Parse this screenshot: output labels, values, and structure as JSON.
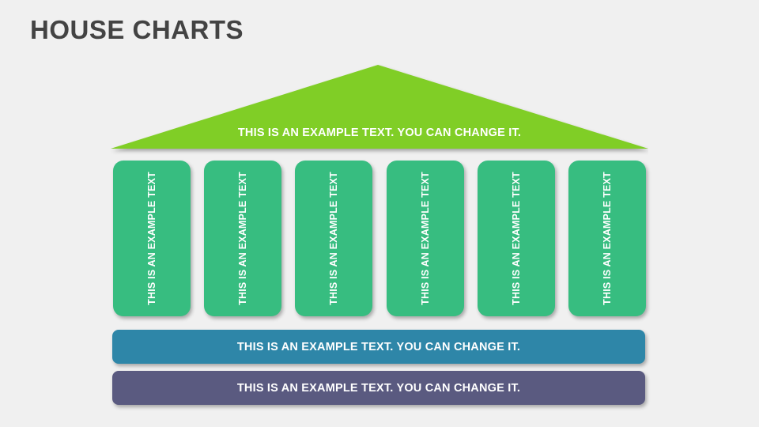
{
  "page": {
    "title": "HOUSE CHARTS",
    "background_color": "#f0f0f0",
    "title_color": "#434343"
  },
  "diagram": {
    "type": "house-chart",
    "roof": {
      "label": "THIS IS AN EXAMPLE TEXT. YOU CAN CHANGE IT.",
      "color": "#80ce26",
      "text_color": "#ffffff"
    },
    "columns": {
      "count": 6,
      "color": "#37bd80",
      "text_color": "#ffffff",
      "items": [
        {
          "label": "THIS IS AN EXAMPLE TEXT"
        },
        {
          "label": "THIS IS AN EXAMPLE TEXT"
        },
        {
          "label": "THIS IS AN EXAMPLE TEXT"
        },
        {
          "label": "THIS IS AN EXAMPLE TEXT"
        },
        {
          "label": "THIS IS AN EXAMPLE TEXT"
        },
        {
          "label": "THIS IS AN EXAMPLE TEXT"
        }
      ]
    },
    "base_bars": [
      {
        "label": "THIS IS AN EXAMPLE TEXT. YOU CAN CHANGE IT.",
        "color": "#2e86a8",
        "text_color": "#ffffff"
      },
      {
        "label": "THIS IS AN EXAMPLE TEXT. YOU CAN CHANGE IT.",
        "color": "#5a5a80",
        "text_color": "#ffffff"
      }
    ]
  }
}
